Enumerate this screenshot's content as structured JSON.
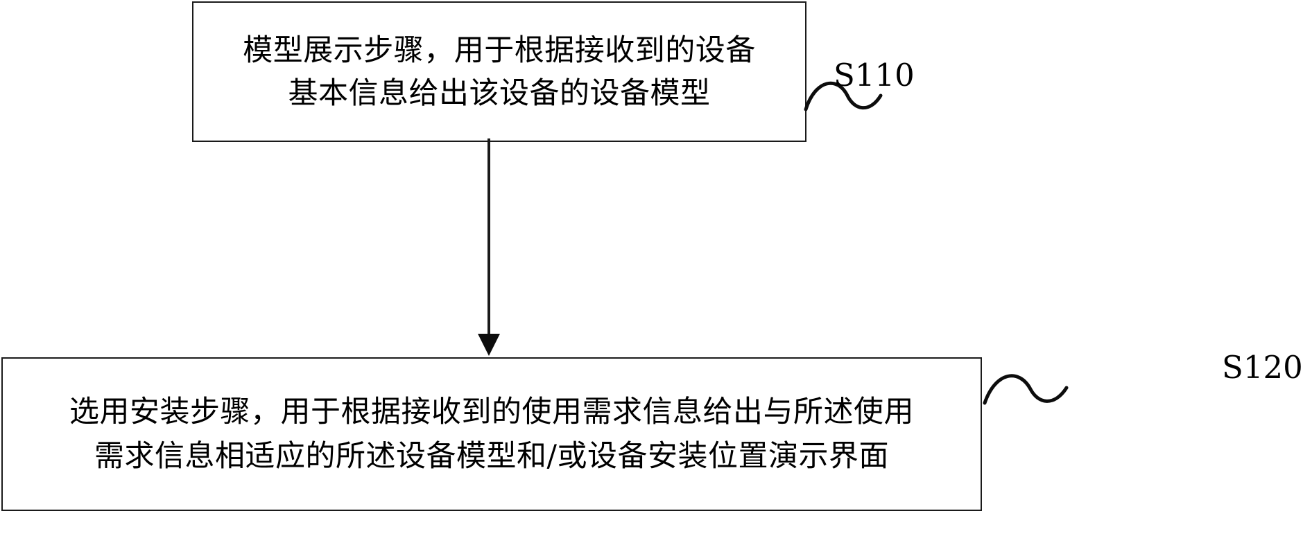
{
  "diagram": {
    "type": "patent-flowchart",
    "orientation": "vertical",
    "stroke_color": "#1a1a1a",
    "background_color": "#ffffff",
    "steps": [
      {
        "id": "S110",
        "ref_label": "S110",
        "text": "模型展示步骤，用于根据接收到的设备\n基本信息给出该设备的设备模型",
        "line1": "模型展示步骤，用于根据接收到的设备",
        "line2": "基本信息给出该设备的设备模型"
      },
      {
        "id": "S120",
        "ref_label": "S120",
        "text": "选用安装步骤，用于根据接收到的使用需求信息给出与所述使用\n需求信息相适应的所述设备模型和/或设备安装位置演示界面",
        "line1": "选用安装步骤，用于根据接收到的使用需求信息给出与所述使用",
        "line2": "需求信息相适应的所述设备模型和/或设备安装位置演示界面"
      }
    ],
    "connectors": [
      {
        "from": "S110",
        "to": "S120",
        "style": "straight-line-with-arrowhead",
        "direction": "down"
      }
    ]
  }
}
